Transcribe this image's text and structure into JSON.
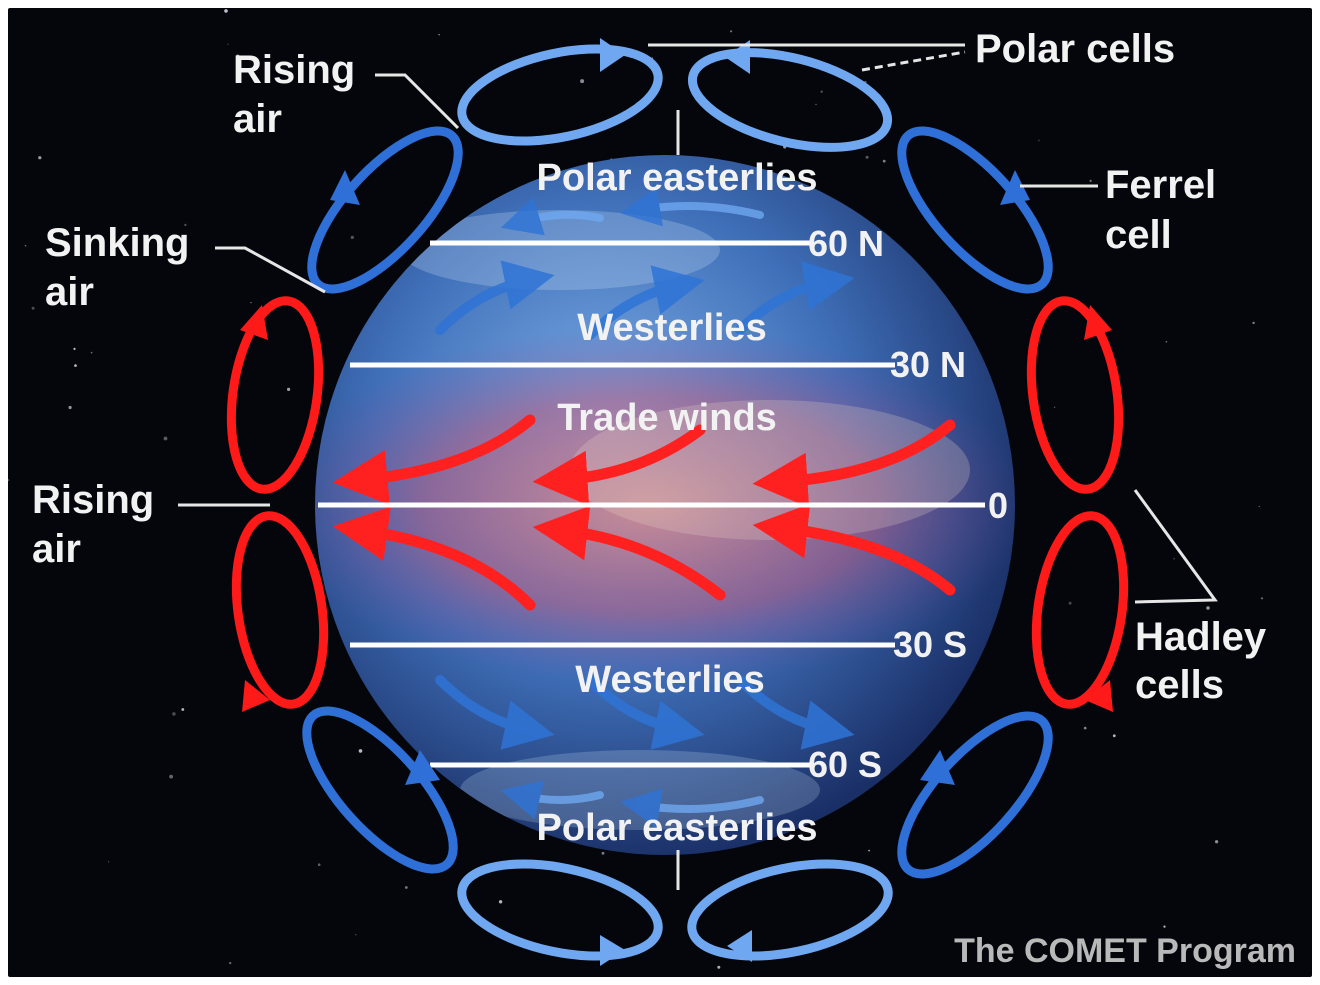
{
  "title": "",
  "credit": "The COMET Program",
  "labels": {
    "rising_air_top": [
      "Rising",
      "air"
    ],
    "polar_cells": "Polar cells",
    "ferrel_cell": [
      "Ferrel",
      "cell"
    ],
    "sinking_air": [
      "Sinking",
      "air"
    ],
    "rising_air_equator": [
      "Rising",
      "air"
    ],
    "hadley_cells": [
      "Hadley",
      "cells"
    ]
  },
  "wind_bands": {
    "polar_easterlies_north": "Polar easterlies",
    "westerlies_north": "Westerlies",
    "trade_winds": "Trade winds",
    "westerlies_south": "Westerlies",
    "polar_easterlies_south": "Polar easterlies"
  },
  "latitudes": [
    "60 N",
    "30 N",
    "0",
    "30 S",
    "60 S"
  ],
  "colors": {
    "background": "#05060c",
    "hadley_cell": "#ff1a1a",
    "ferrel_cell": "#2f6fd8",
    "polar_cell": "#6fa8f0",
    "globe": "#3f6fb8",
    "trade_wind_arrow": "#ff2020",
    "westerly_arrow": "#2f74d6"
  }
}
